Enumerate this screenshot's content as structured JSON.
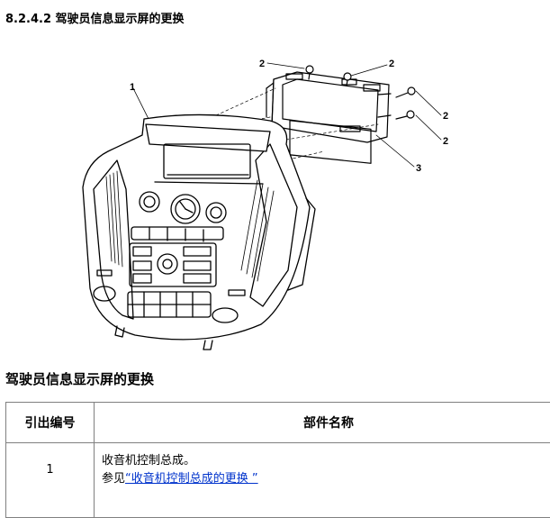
{
  "section": {
    "number": "8.2.4.2",
    "title": "驾驶员信息显示屏的更换"
  },
  "diagram": {
    "callouts": [
      "1",
      "2",
      "3"
    ]
  },
  "table_heading": "驾驶员信息显示屏的更换",
  "table": {
    "headers": [
      "引出编号",
      "部件名称"
    ],
    "rows": [
      {
        "number": "1",
        "name": "收音机控制总成。",
        "see_prefix": "参见",
        "see_link": "“收音机控制总成的更换 ”"
      }
    ]
  }
}
